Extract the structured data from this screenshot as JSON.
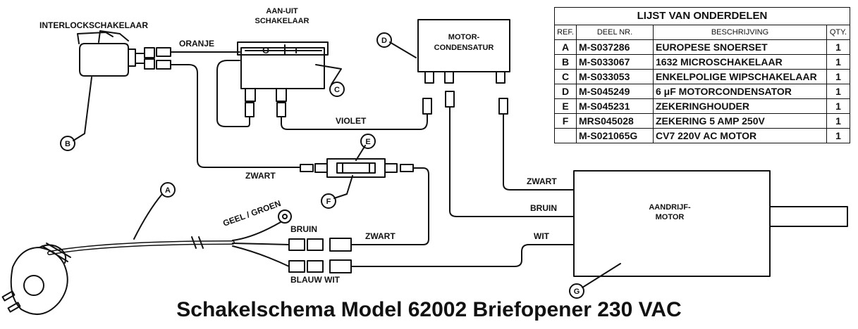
{
  "diagram": {
    "title": "Schakelschema Model 62002 Briefopener 230 VAC",
    "components": {
      "interlock": "INTERLOCKSCHAKELAAR",
      "switch_line1": "AAN-UIT",
      "switch_line2": "SCHAKELAAR",
      "switch_off": "O",
      "switch_on": "I",
      "capacitor_line1": "MOTOR-",
      "capacitor_line2": "CONDENSATUR",
      "motor_line1": "AANDRIJF-",
      "motor_line2": "MOTOR"
    },
    "wires": {
      "oranje": "ORANJE",
      "violet": "VIOLET",
      "zwart_fuse": "ZWART",
      "zwart_motor": "ZWART",
      "bruin_motor": "BRUIN",
      "wit_motor": "WIT",
      "geel_groen": "GEEL / GROEN",
      "bruin_cord": "BRUIN",
      "zwart_cord": "ZWART",
      "blauw_wit": "BLAUW WIT"
    },
    "callouts": {
      "a": "A",
      "b": "B",
      "c": "C",
      "d": "D",
      "e": "E",
      "f": "F",
      "g": "G"
    }
  },
  "parts_list": {
    "caption": "LIJST VAN ONDERDELEN",
    "headers": {
      "ref": "REF.",
      "part": "DEEL NR.",
      "desc": "BESCHRIJVING",
      "qty": "QTY."
    },
    "rows": [
      {
        "ref": "A",
        "part": "M-S037286",
        "desc": "EUROPESE SNOERSET",
        "qty": "1"
      },
      {
        "ref": "B",
        "part": "M-S033067",
        "desc": "1632 MICROSCHAKELAAR",
        "qty": "1"
      },
      {
        "ref": "C",
        "part": "M-S033053",
        "desc": "ENKELPOLIGE WIPSCHAKELAAR",
        "qty": "1"
      },
      {
        "ref": "D",
        "part": "M-S045249",
        "desc": "6 μF MOTORCONDENSATOR",
        "qty": "1"
      },
      {
        "ref": "E",
        "part": "M-S045231",
        "desc": "ZEKERINGHOUDER",
        "qty": "1"
      },
      {
        "ref": "F",
        "part": "MRS045028",
        "desc": "ZEKERING 5 AMP 250V",
        "qty": "1"
      },
      {
        "ref": "",
        "part": "M-S021065G",
        "desc": "CV7 220V AC MOTOR",
        "qty": "1"
      }
    ]
  }
}
